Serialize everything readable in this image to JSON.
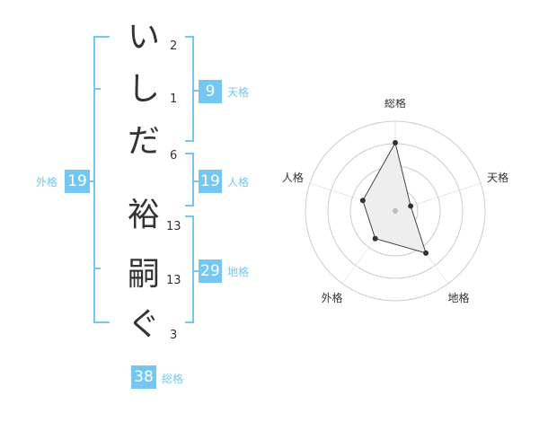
{
  "name_chars": [
    {
      "char": "い",
      "strokes": "2"
    },
    {
      "char": "し",
      "strokes": "1"
    },
    {
      "char": "だ",
      "strokes": "6"
    },
    {
      "char": "裕",
      "strokes": "13"
    },
    {
      "char": "嗣",
      "strokes": "13"
    },
    {
      "char": "ぐ",
      "strokes": "3"
    }
  ],
  "fortune": {
    "tenkaku": {
      "value": "9",
      "label": "天格"
    },
    "jinkaku": {
      "value": "19",
      "label": "人格"
    },
    "chikaku": {
      "value": "29",
      "label": "地格"
    },
    "gaikaku": {
      "value": "19",
      "label": "外格"
    },
    "soukaku": {
      "value": "38",
      "label": "総格"
    }
  },
  "colors": {
    "accent": "#74c7f2",
    "text": "#333333",
    "grid": "#cccccc"
  },
  "chart_data": {
    "type": "radar",
    "axes": [
      "総格",
      "天格",
      "地格",
      "外格",
      "人格"
    ],
    "values": [
      38,
      9,
      29,
      19,
      19
    ],
    "rings": 4,
    "rmax": 50
  }
}
